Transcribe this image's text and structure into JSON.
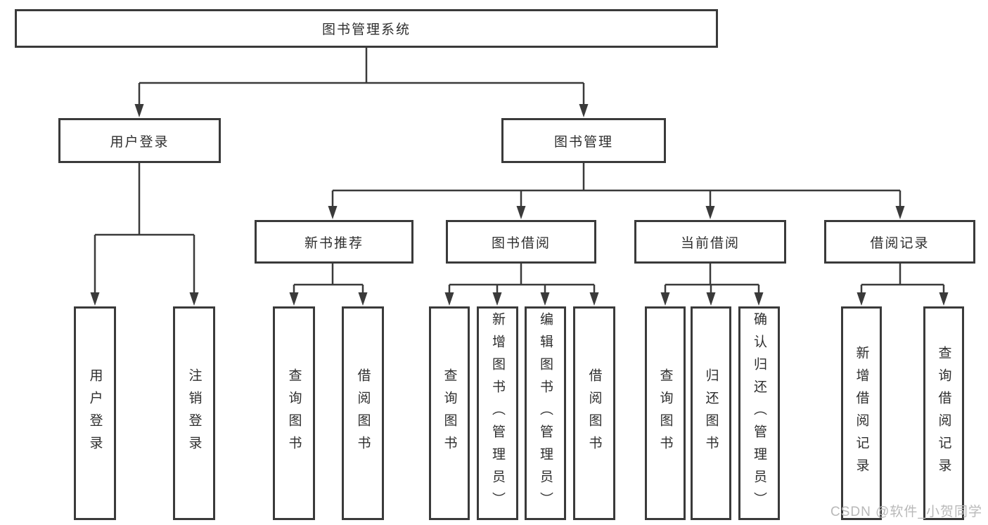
{
  "diagram": {
    "title": "图书管理系统",
    "branches": [
      {
        "label": "用户登录",
        "leaves": [
          "用户登录",
          "注销登录"
        ]
      },
      {
        "label": "图书管理",
        "sections": [
          {
            "label": "新书推荐",
            "leaves": [
              "查询图书",
              "借阅图书"
            ]
          },
          {
            "label": "图书借阅",
            "leaves": [
              "查询图书",
              "新增图书（管理员）",
              "编辑图书（管理员）",
              "借阅图书"
            ]
          },
          {
            "label": "当前借阅",
            "leaves": [
              "查询图书",
              "归还图书",
              "确认归还（管理员）"
            ]
          },
          {
            "label": "借阅记录",
            "leaves": [
              "新增借阅记录",
              "查询借阅记录"
            ]
          }
        ]
      }
    ],
    "watermark": "CSDN @软件_小贺同学",
    "colors": {
      "line": "#3a3a3a",
      "node_text": "#2e2e2e",
      "node_fill": "#ffffff",
      "watermark": "#b9b9b9"
    }
  }
}
